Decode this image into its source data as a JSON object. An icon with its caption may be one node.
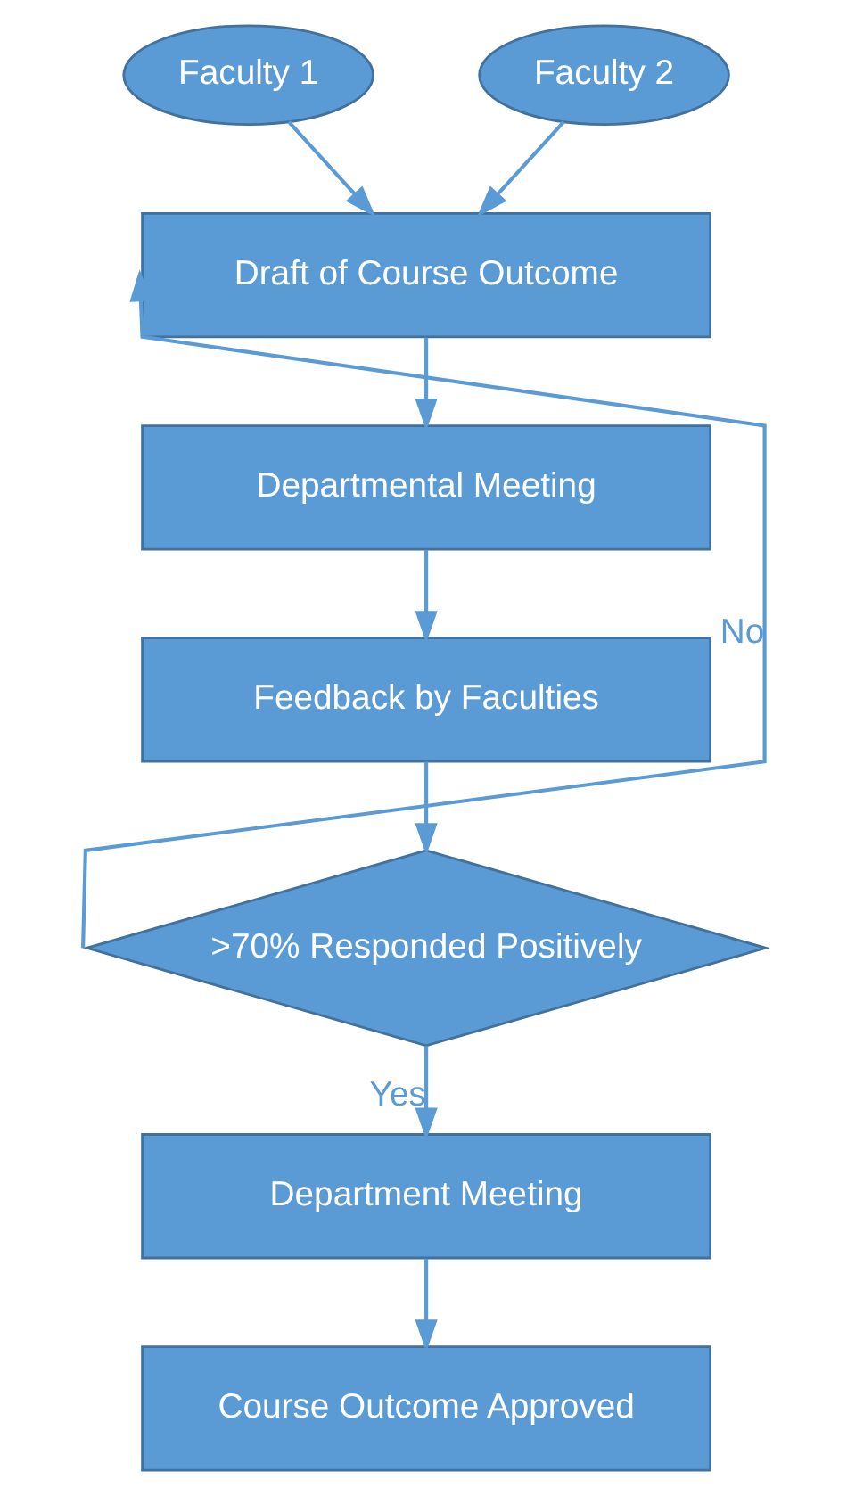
{
  "diagram": {
    "nodes": [
      {
        "text": [
          "Faculty 1"
        ]
      },
      {
        "text": [
          "Faculty 2"
        ]
      },
      {
        "text": [
          "Draft of Course Outcome"
        ]
      },
      {
        "text": [
          "Departmental Meeting"
        ]
      },
      {
        "text": [
          "Feedback by Faculties"
        ]
      },
      {
        "text": [
          ">70% Responded Positively"
        ]
      },
      {
        "text": [
          "Department Meeting"
        ]
      },
      {
        "text": [
          "Course Outcome Approved"
        ]
      }
    ],
    "edges": [
      {
        "from": 0,
        "to": 2,
        "arrow": "to"
      },
      {
        "from": 1,
        "to": 2,
        "arrow": "to"
      },
      {
        "from": 2,
        "to": 3,
        "arrow": "to"
      },
      {
        "from": 3,
        "to": 4,
        "arrow": "to"
      },
      {
        "from": 4,
        "to": 5,
        "arrow": "to"
      },
      {
        "from": 5,
        "to": 2,
        "arrow": "to",
        "label": "No"
      },
      {
        "from": 5,
        "to": 6,
        "arrow": "to",
        "label": "Yes"
      },
      {
        "from": 6,
        "to": 7,
        "arrow": "to"
      }
    ]
  }
}
